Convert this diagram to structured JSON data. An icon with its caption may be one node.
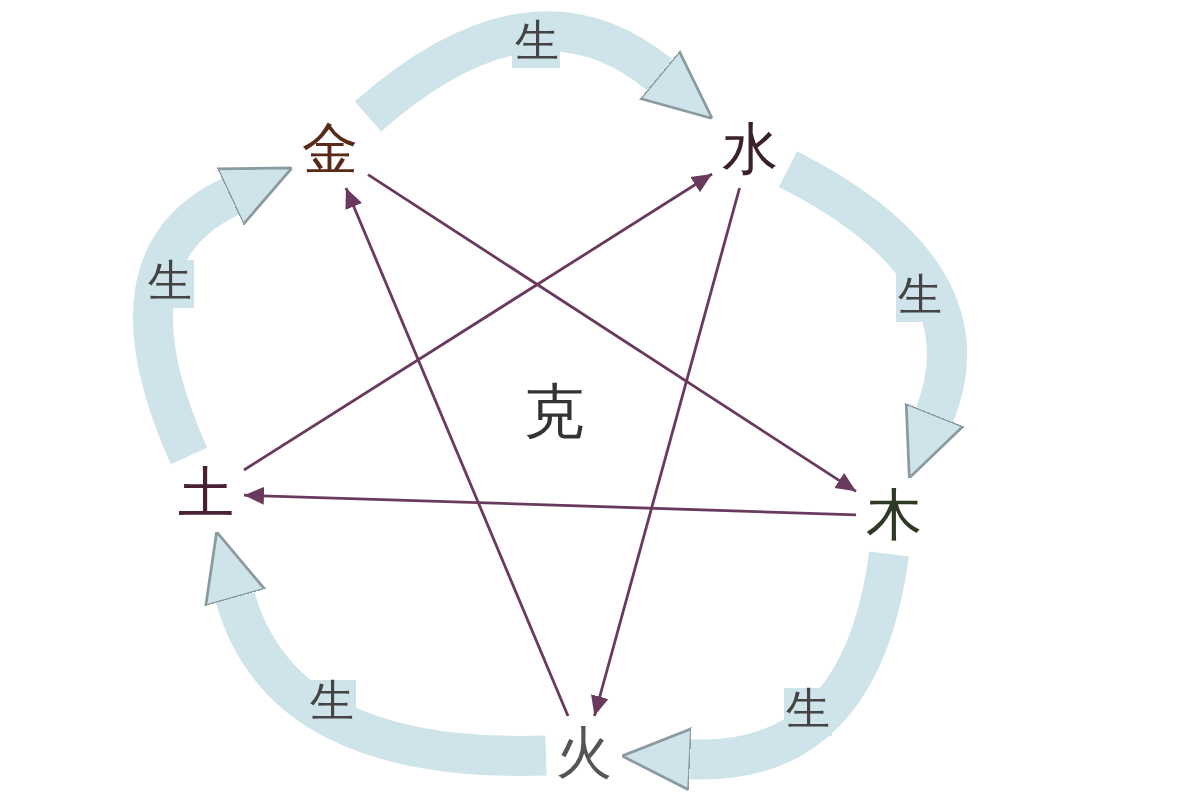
{
  "diagram": {
    "nodes": [
      {
        "text": [
          "金"
        ]
      },
      {
        "text": [
          "水"
        ]
      },
      {
        "text": [
          "木"
        ]
      },
      {
        "text": [
          "火"
        ]
      },
      {
        "text": [
          "土"
        ]
      }
    ],
    "edges": [
      {
        "from": 4,
        "to": 1,
        "arrow": "to"
      },
      {
        "from": 1,
        "to": 3,
        "arrow": "to"
      },
      {
        "from": 3,
        "to": 0,
        "arrow": "to"
      },
      {
        "from": 0,
        "to": 2,
        "arrow": "to"
      },
      {
        "from": 2,
        "to": 4,
        "arrow": "to"
      },
      {
        "from": 0,
        "to": 1,
        "arrow": "to",
        "label": "生",
        "style": "thick",
        "color": "#cfe4ea"
      },
      {
        "from": 1,
        "to": 2,
        "arrow": "to",
        "label": "生",
        "style": "thick",
        "color": "#cfe4ea"
      },
      {
        "from": 2,
        "to": 3,
        "arrow": "to",
        "label": "生",
        "style": "thick",
        "color": "#cfe4ea"
      },
      {
        "from": 3,
        "to": 4,
        "arrow": "to",
        "label": "生",
        "style": "thick",
        "color": "#cfe4ea"
      },
      {
        "from": 4,
        "to": 0,
        "arrow": "to",
        "label": "生",
        "style": "thick",
        "color": "#cfe4ea"
      }
    ],
    "labels": [
      "克"
    ]
  }
}
